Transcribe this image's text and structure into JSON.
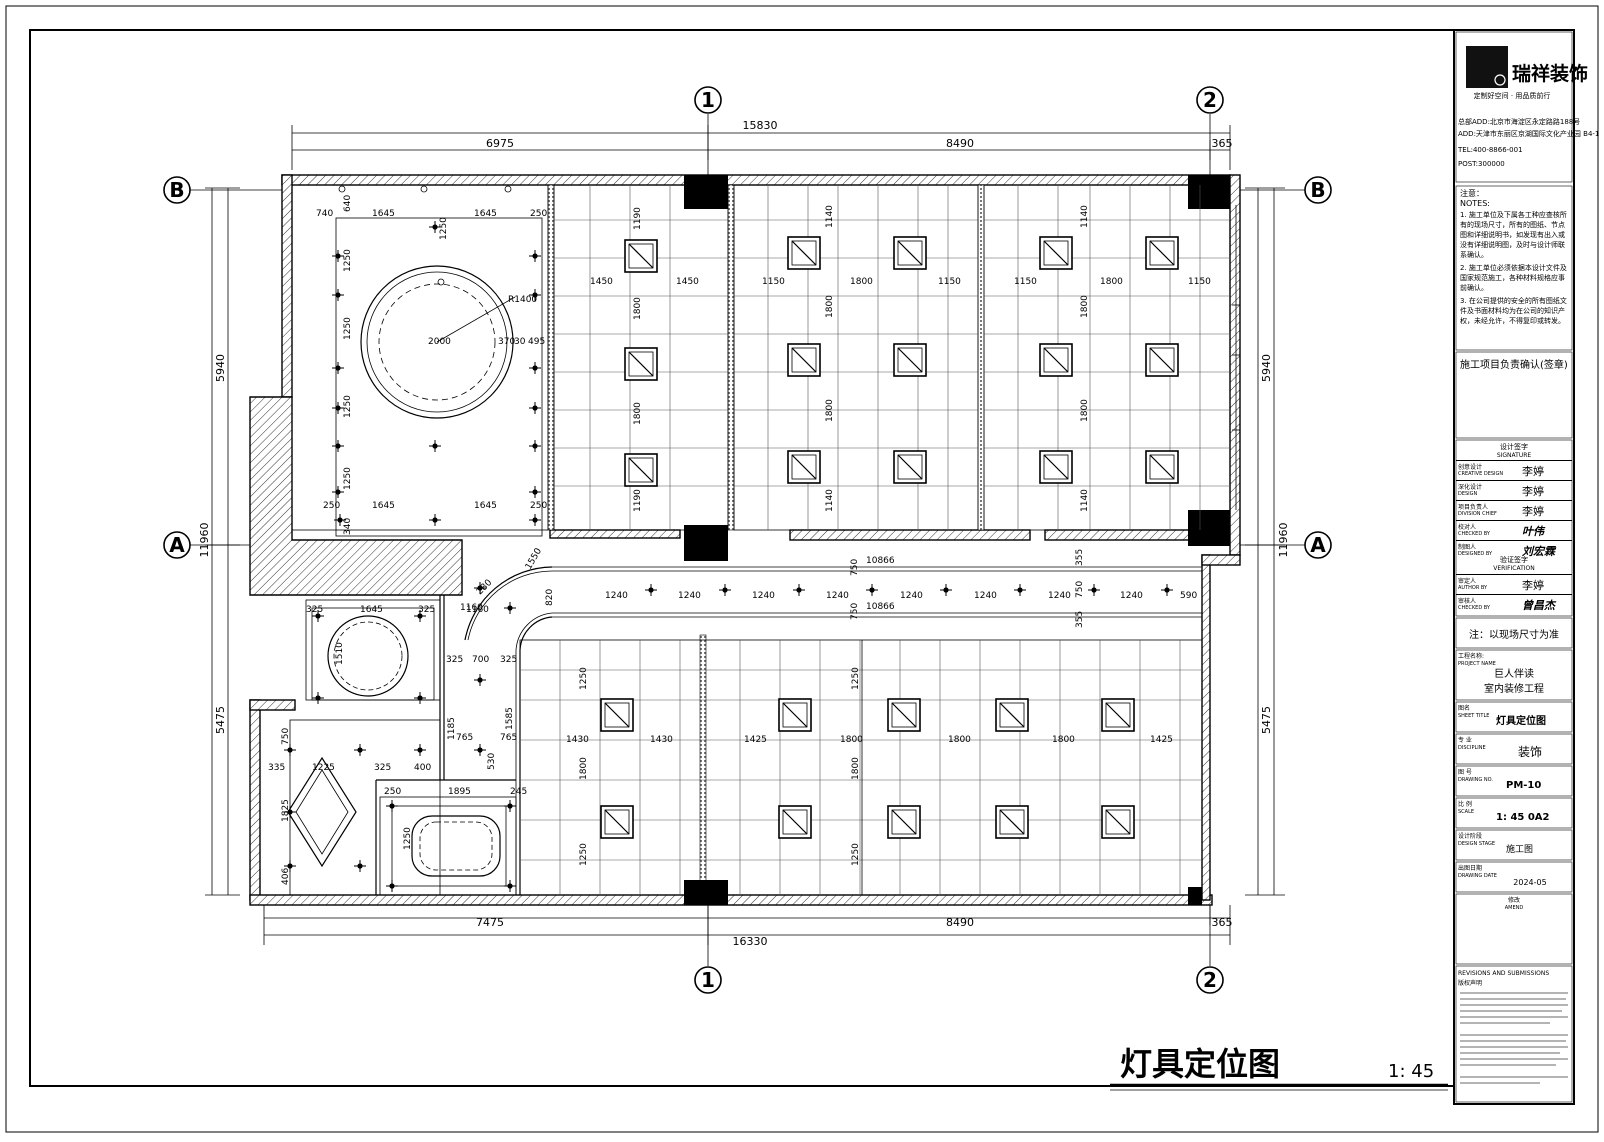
{
  "drawing": {
    "title": "灯具定位图",
    "scale": "1: 45",
    "axis_labels": {
      "a": "A",
      "b": "B",
      "one": "1",
      "two": "2"
    },
    "dims_top": {
      "total": "15830",
      "left": "6975",
      "mid": "8490",
      "right": "365"
    },
    "dims_bottom": {
      "total": "16330",
      "left": "7475",
      "mid": "8490",
      "right": "365"
    },
    "dims_side": {
      "upper": "5940",
      "lower": "5475",
      "mid": "11960"
    },
    "room_dims": {
      "d740": "740",
      "d1645": "1645",
      "d250": "250",
      "d640": "640",
      "d1250": "1250",
      "d2000": "2000",
      "dR1400": "R1400",
      "d370": "370",
      "d30": "30",
      "d495": "495",
      "d340": "340",
      "d1190": "1190",
      "d1450": "1450",
      "d1800": "1800",
      "d1150": "1150",
      "d1140": "1140",
      "d10866": "10866",
      "d1240": "1240",
      "d590": "590",
      "d750": "750",
      "d1430": "1430",
      "d1425": "1425",
      "d325": "325",
      "d1510": "1510",
      "d1160": "1160",
      "d700": "700",
      "d1225": "1225",
      "d400": "400",
      "d1895": "1895",
      "d245": "245",
      "d1825": "1825",
      "d406": "406",
      "d1185": "1185",
      "d530": "530",
      "d1585": "1585",
      "d765": "765",
      "d280": "280",
      "d355": "355",
      "d335": "335",
      "d1550": "1550",
      "d820": "820"
    }
  },
  "title_block": {
    "company": "瑞祥装饰",
    "slogan": "定制好空间 · 用品质前行",
    "address1": "总部ADD:北京市海淀区永定路路188号",
    "address2": "ADD:天津市东丽区京湖国际文化产业园 B4-1",
    "tel": "TEL:400-8866-001",
    "post": "POST:300000",
    "notes_title": "注意：",
    "notes_en": "NOTES:",
    "notes": [
      "1. 施工单位及下属各工种应查核所有的现场尺寸，所有的图纸、节点图和详细说明书，如发现有出入或没有详细说明图，及时与设计师联系确认。",
      "2. 施工单位必须依据本设计文件及国家规范施工，各种材料规格应事前确认。",
      "3. 在公司提供的安全的所有图纸文件及书面材料均为在公司的知识产权，未经允许，不得复印或转发。"
    ],
    "confirm_label": "施工项目负责确认(签章)",
    "signature_label": "设计签字",
    "signature_en": "SIGNATURE",
    "sign_rows": [
      {
        "cn": "创意设计",
        "en": "CREATIVE DESIGN",
        "val": "李婷"
      },
      {
        "cn": "深化设计",
        "en": "DESIGN",
        "val": "李婷"
      },
      {
        "cn": "项目负责人",
        "en": "DIVISION CHIEF",
        "val": "李婷"
      },
      {
        "cn": "校对人",
        "en": "CHECKED BY",
        "val": "叶伟"
      },
      {
        "cn": "制图人",
        "en": "DESIGNED BY",
        "val": "刘宏霖"
      }
    ],
    "verify_label": "验证签字",
    "verify_en": "VERIFICATION",
    "verify_rows": [
      {
        "cn": "审定人",
        "en": "AUTHOR BY",
        "val": "李婷"
      },
      {
        "cn": "审核人",
        "en": "CHECKED BY",
        "val": "曾昌杰"
      }
    ],
    "site_note": "注：以现场尺寸为准",
    "project_label": "工程名称:",
    "project_en": "PROJECT NAME",
    "project_name1": "巨人伴读",
    "project_name2": "室内装修工程",
    "sheet_label": "图名",
    "sheet_en": "SHEET TITLE",
    "sheet_title": "灯具定位图",
    "discipline_label": "专 业",
    "discipline_en": "DISCIPLINE",
    "discipline": "装饰",
    "drawing_no_label": "图 号",
    "drawing_no_en": "DRAWING NO.",
    "drawing_no": "PM-10",
    "scale_label": "比 例",
    "scale_en": "SCALE",
    "scale_val": "1: 45  0A2",
    "stage_label": "设计阶段",
    "stage_en": "DESIGN STAGE",
    "stage": "施工图",
    "date_label": "出图日期",
    "date_en": "DRAWING DATE",
    "date": "2024-05",
    "revise_label": "修改",
    "revise_en": "AMEND",
    "rev_title": "REVISIONS AND SUBMISSIONS",
    "rev_cn": "版权声明"
  }
}
